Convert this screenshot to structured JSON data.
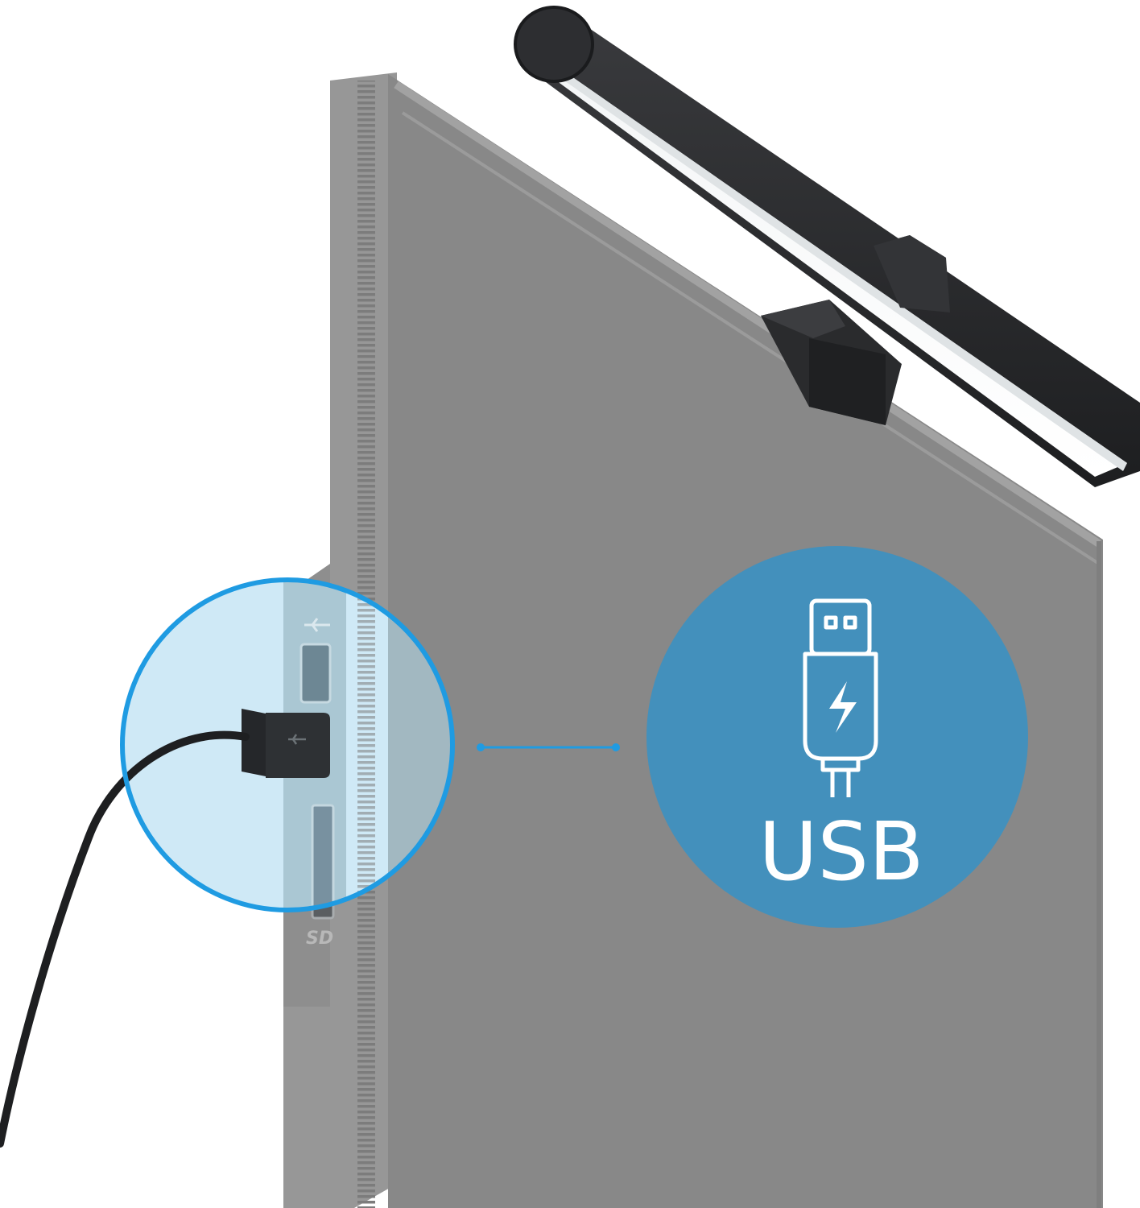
{
  "badge": {
    "label": "USB",
    "color": "#4390bc",
    "icon": "usb-charging-plug-icon"
  },
  "callout": {
    "color": "#1f9be2",
    "connector_color": "#1f9be2"
  },
  "product": {
    "item": "monitor-light-bar",
    "monitor_color": "#8c8c8c",
    "bezel_color": "#9a9a9a",
    "lamp_color": "#2b2c2e",
    "cable_color": "#1e1f21"
  },
  "ports": {
    "usb_icon": "usb-trident-icon",
    "sd_logo": "SD"
  }
}
